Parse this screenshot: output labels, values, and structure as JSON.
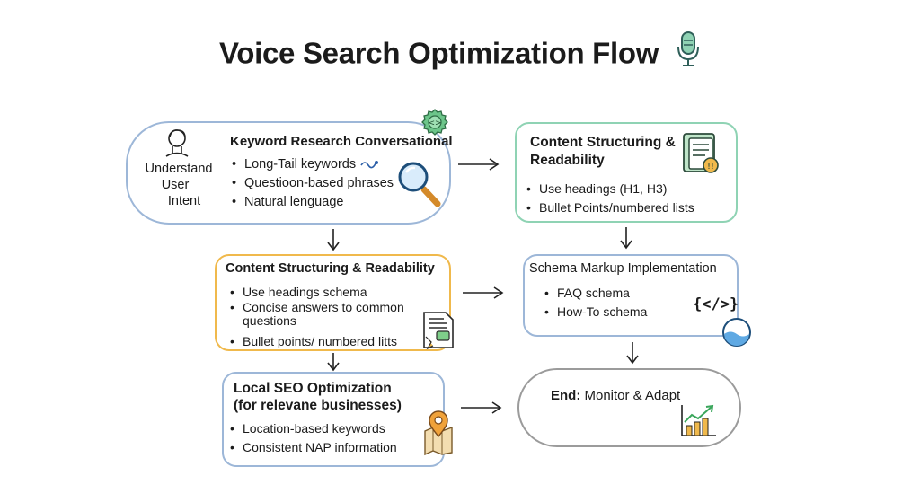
{
  "title": "Voice Search Optimization Flow",
  "icons": {
    "title": "microphone-icon",
    "user": "user-head-icon",
    "badge": "gear-badge-icon",
    "search": "magnifier-icon",
    "doc": "document-icon",
    "certificate": "certificate-icon",
    "code": "code-icon",
    "water": "water-gauge-icon",
    "map": "map-pin-icon",
    "chart": "growth-chart-icon"
  },
  "nodes": {
    "intent": {
      "label": [
        "Understand",
        "User",
        "Intent"
      ],
      "heading": "Keyword Research Conversational",
      "items": [
        "Long-Tail keywords",
        "Questioon-based phrases",
        "Natural lenguage"
      ]
    },
    "structure_top": {
      "heading": [
        "Content Structuring &",
        "Readability"
      ],
      "items": [
        "Use headings (H1, H3)",
        "Bullet Points/numbered lists"
      ]
    },
    "structure_mid": {
      "heading": "Content Structuring & Readability",
      "items": [
        "Use headings schema",
        "Concise answers to common questions",
        "Bullet points/ numbered litts"
      ]
    },
    "schema": {
      "heading": "Schema Markup Implementation",
      "items": [
        "FAQ schema",
        "How-To schema"
      ],
      "code_glyph": "{</>}"
    },
    "local": {
      "heading": [
        "Local SEO Optimization",
        "(for relevane businesses)"
      ],
      "items": [
        "Location-based keywords",
        "Consistent NAP information"
      ]
    },
    "end": {
      "label_bold": "End:",
      "label": "Monitor & Adapt"
    }
  },
  "colors": {
    "blue": "#9db7d8",
    "green": "#8fd3b4",
    "orange": "#f0b94c",
    "gray": "#9b9b9b"
  }
}
